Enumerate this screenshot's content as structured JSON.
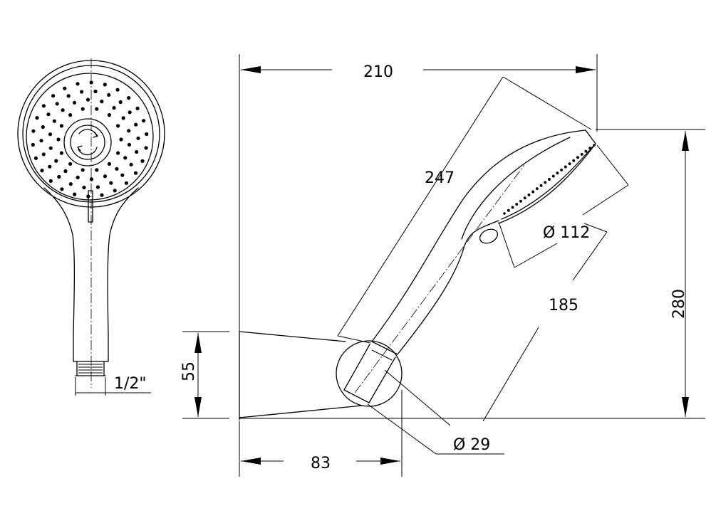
{
  "dimensions": {
    "width_top": "210",
    "head_length": "247",
    "head_diameter": "Ø 112",
    "handle_length": "185",
    "total_height": "280",
    "holder_height": "55",
    "connector_diameter": "Ø 29",
    "holder_depth": "83",
    "thread_size": "1/2\""
  }
}
